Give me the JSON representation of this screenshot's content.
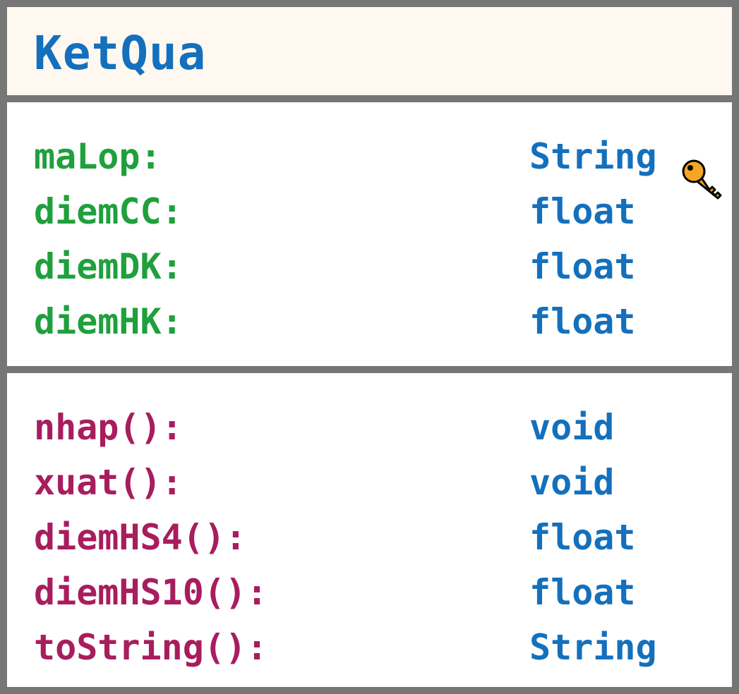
{
  "colors": {
    "class_name": "#1470bd",
    "attribute": "#1fa03d",
    "method": "#a81d5e",
    "type": "#1470bd",
    "border": "#767676",
    "header_bg": "#fff8f0",
    "key_fill": "#f5a623"
  },
  "class_name": "KetQua",
  "attributes": [
    {
      "name": "maLop:",
      "type": "String",
      "icon": "key-icon"
    },
    {
      "name": "diemCC:",
      "type": "float"
    },
    {
      "name": "diemDK:",
      "type": "float"
    },
    {
      "name": "diemHK:",
      "type": "float"
    }
  ],
  "methods": [
    {
      "name": "nhap():",
      "type": "void"
    },
    {
      "name": "xuat():",
      "type": "void"
    },
    {
      "name": "diemHS4():",
      "type": "float"
    },
    {
      "name": "diemHS10():",
      "type": "float"
    },
    {
      "name": "toString():",
      "type": "String"
    }
  ]
}
